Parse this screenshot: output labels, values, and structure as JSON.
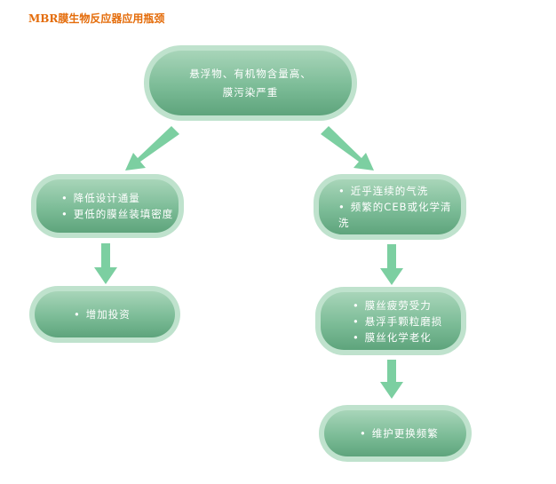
{
  "title": "MBR膜生物反应器应用瓶颈",
  "nodes": {
    "top": {
      "lines": [
        "悬浮物、有机物含量高、",
        "膜污染严重"
      ]
    },
    "left1": {
      "items": [
        "降低设计通量",
        "更低的膜丝装填密度"
      ]
    },
    "left2": {
      "items": [
        "增加投资"
      ]
    },
    "right1": {
      "items": [
        "近乎连续的气洗",
        "频繁的CEB或化学清洗"
      ]
    },
    "right2": {
      "items": [
        "膜丝疲劳受力",
        "悬浮手颗粒磨损",
        "膜丝化学老化"
      ]
    },
    "right3": {
      "items": [
        "维护更换频繁"
      ]
    }
  },
  "colors": {
    "arrow": "#7ccfa1",
    "title": "#e46c0a",
    "node_fill": "#7cbc97",
    "node_border": "#bfe2cd"
  }
}
